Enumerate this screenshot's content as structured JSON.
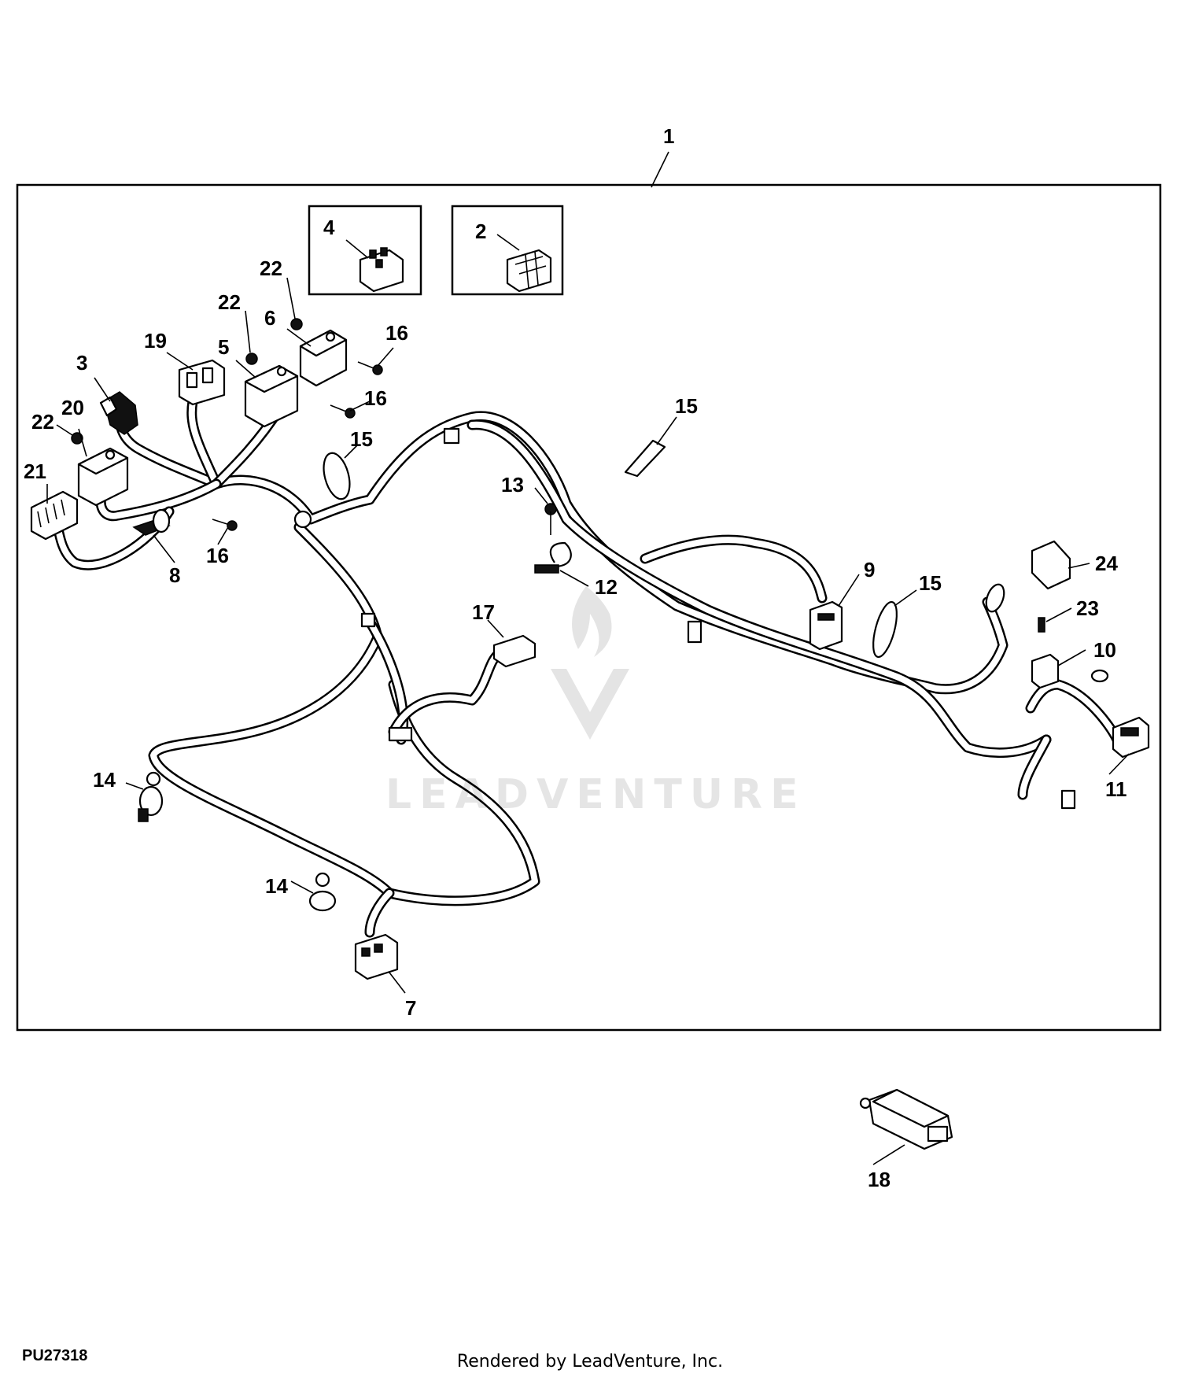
{
  "figure_id": "PU27318",
  "footer_text": "Rendered by LeadVenture, Inc.",
  "watermark_text": "LEADVENTURE",
  "callouts": {
    "c1": "1",
    "c2": "2",
    "c3": "3",
    "c4": "4",
    "c5": "5",
    "c6": "6",
    "c7": "7",
    "c8": "8",
    "c9": "9",
    "c10": "10",
    "c11": "11",
    "c12": "12",
    "c13": "13",
    "c14a": "14",
    "c14b": "14",
    "c15a": "15",
    "c15b": "15",
    "c15c": "15",
    "c16a": "16",
    "c16b": "16",
    "c16c": "16",
    "c17": "17",
    "c18": "18",
    "c19": "19",
    "c20": "20",
    "c21": "21",
    "c22a": "22",
    "c22b": "22",
    "c22c": "22",
    "c23": "23",
    "c24": "24"
  }
}
